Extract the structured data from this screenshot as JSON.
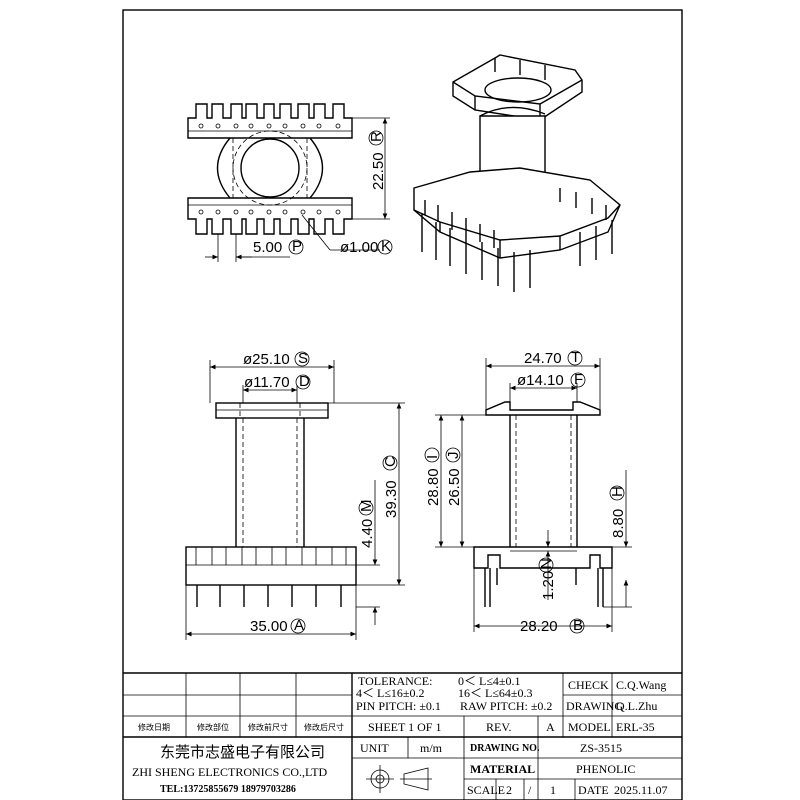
{
  "dimensions": {
    "r": "22.50",
    "r_code": "R",
    "p": "5.00",
    "p_code": "P",
    "k": "ø1.00",
    "k_code": "K",
    "s": "ø25.10",
    "s_code": "S",
    "d": "ø11.70",
    "d_code": "D",
    "c": "39.30",
    "c_code": "C",
    "m": "4.40",
    "m_code": "M",
    "a": "35.00",
    "a_code": "A",
    "t": "24.70",
    "t_code": "T",
    "f": "ø14.10",
    "f_code": "F",
    "i": "28.80",
    "i_code": "I",
    "j": "26.50",
    "j_code": "J",
    "h": "8.80",
    "h_code": "H",
    "n": "1.20",
    "n_code": "N",
    "b": "28.20",
    "b_code": "B"
  },
  "title_block": {
    "tolerance_label": "TOLERANCE:",
    "tol1": "0＜ L≤4±0.1",
    "tol2": "4＜ L≤16±0.2",
    "tol3": "16＜ L≤64±0.3",
    "pin_pitch": "PIN  PITCH: ±0.1",
    "raw_pitch": "RAW  PITCH: ±0.2",
    "check_label": "CHECK",
    "check_value": "C.Q.Wang",
    "drawing_label": "DRAWING",
    "drawing_value": "Q.L.Zhu",
    "rev_col1": "修改日期",
    "rev_col2": "修改部位",
    "rev_col3": "修改前尺寸",
    "rev_col4": "修改后尺寸",
    "sheet": "SHEET  1  OF  1",
    "rev_label": "REV.",
    "rev_value": "A",
    "model_label": "MODEL",
    "model_value": "ERL-35",
    "company_cn": "东莞市志盛电子有限公司",
    "company_en": "ZHI SHENG  ELECTRONICS CO.,LTD",
    "tel": "TEL:13725855679  18979703286",
    "unit_label": "UNIT",
    "unit_value": "m/m",
    "drawing_no_label": "DRAWING  NO.",
    "drawing_no_value": "ZS-3515",
    "material_label": "MATERIAL",
    "material_value": "PHENOLIC",
    "scale_label": "SCALE",
    "scale_value": "2",
    "scale_sep": "/",
    "scale_den": "1",
    "date_label": "DATE",
    "date_value": "2025.11.07"
  }
}
